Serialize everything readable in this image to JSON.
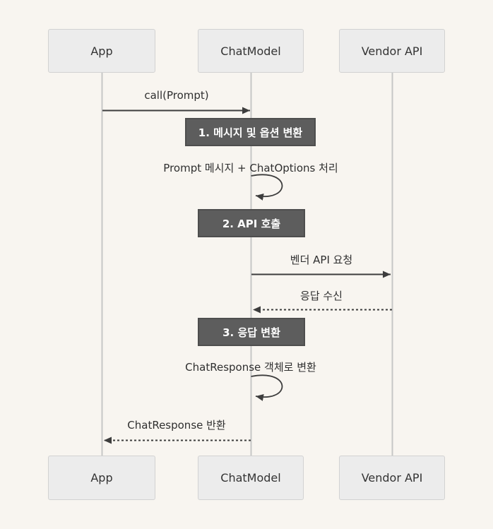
{
  "diagram_type": "sequence-diagram",
  "colors": {
    "background": "#f8f5f0",
    "actor_fill": "#ececec",
    "actor_border": "#d2d2d2",
    "actor_text": "#333333",
    "note_fill": "#5d5d5d",
    "note_border": "#4e4e4e",
    "note_text": "#ffffff",
    "message_text": "#2f2f2f",
    "arrow": "#3d3d3d",
    "lifeline": "#c6c6c6"
  },
  "participants": [
    {
      "label": "App"
    },
    {
      "label": "ChatModel"
    },
    {
      "label": "Vendor API"
    }
  ],
  "messages": [
    {
      "label": "call(Prompt)",
      "from": "App",
      "to": "ChatModel",
      "line": "solid"
    },
    {
      "label": "Prompt 메시지 + ChatOptions 처리",
      "from": "ChatModel",
      "to": "ChatModel",
      "line": "self-loop"
    },
    {
      "label": "벤더 API 요청",
      "from": "ChatModel",
      "to": "Vendor API",
      "line": "solid"
    },
    {
      "label": "응답 수신",
      "from": "Vendor API",
      "to": "ChatModel",
      "line": "dashed"
    },
    {
      "label": "ChatResponse 객체로 변환",
      "from": "ChatModel",
      "to": "ChatModel",
      "line": "self-loop"
    },
    {
      "label": "ChatResponse 반환",
      "from": "ChatModel",
      "to": "App",
      "line": "dashed"
    }
  ],
  "notes": [
    {
      "label": "1. 메시지 및 옵션 변환",
      "over": "ChatModel"
    },
    {
      "label": "2. API 호출",
      "over": "ChatModel"
    },
    {
      "label": "3. 응답 변환",
      "over": "ChatModel"
    }
  ]
}
